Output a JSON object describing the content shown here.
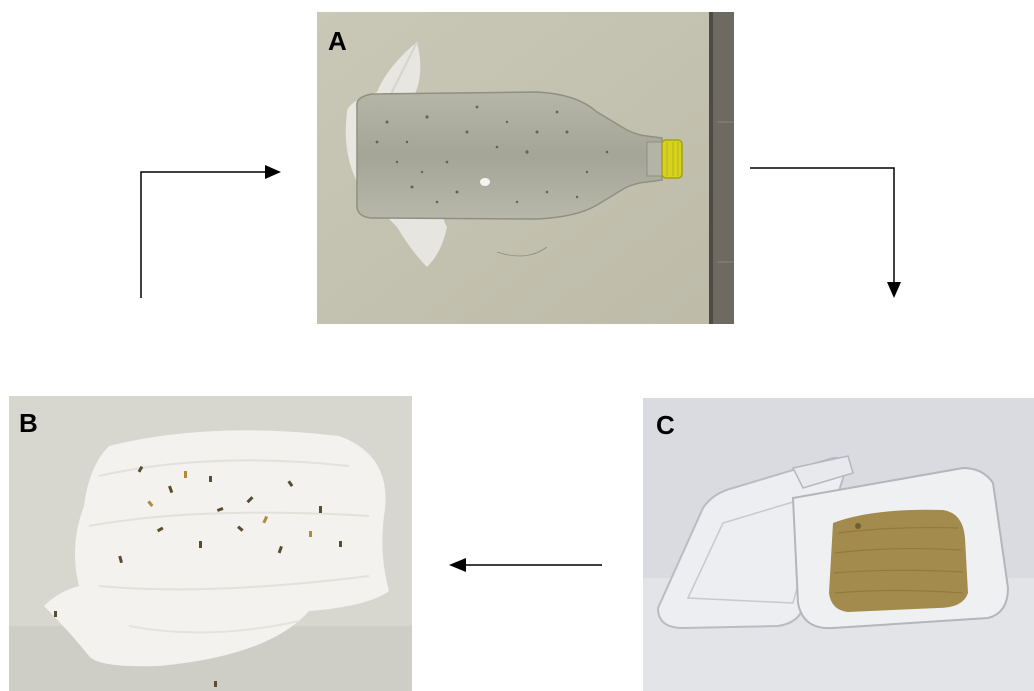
{
  "panels": [
    {
      "id": "A",
      "label": "A",
      "content": "bottle-with-mesh-photo"
    },
    {
      "id": "B",
      "label": "B",
      "content": "gauze-cloth-photo"
    },
    {
      "id": "C",
      "label": "C",
      "content": "clamshell-container-photo"
    }
  ],
  "flow": [
    "A",
    "C",
    "B",
    "A"
  ],
  "colors": {
    "background": "#ffffff",
    "arrow": "#000000",
    "label": "#000000"
  }
}
